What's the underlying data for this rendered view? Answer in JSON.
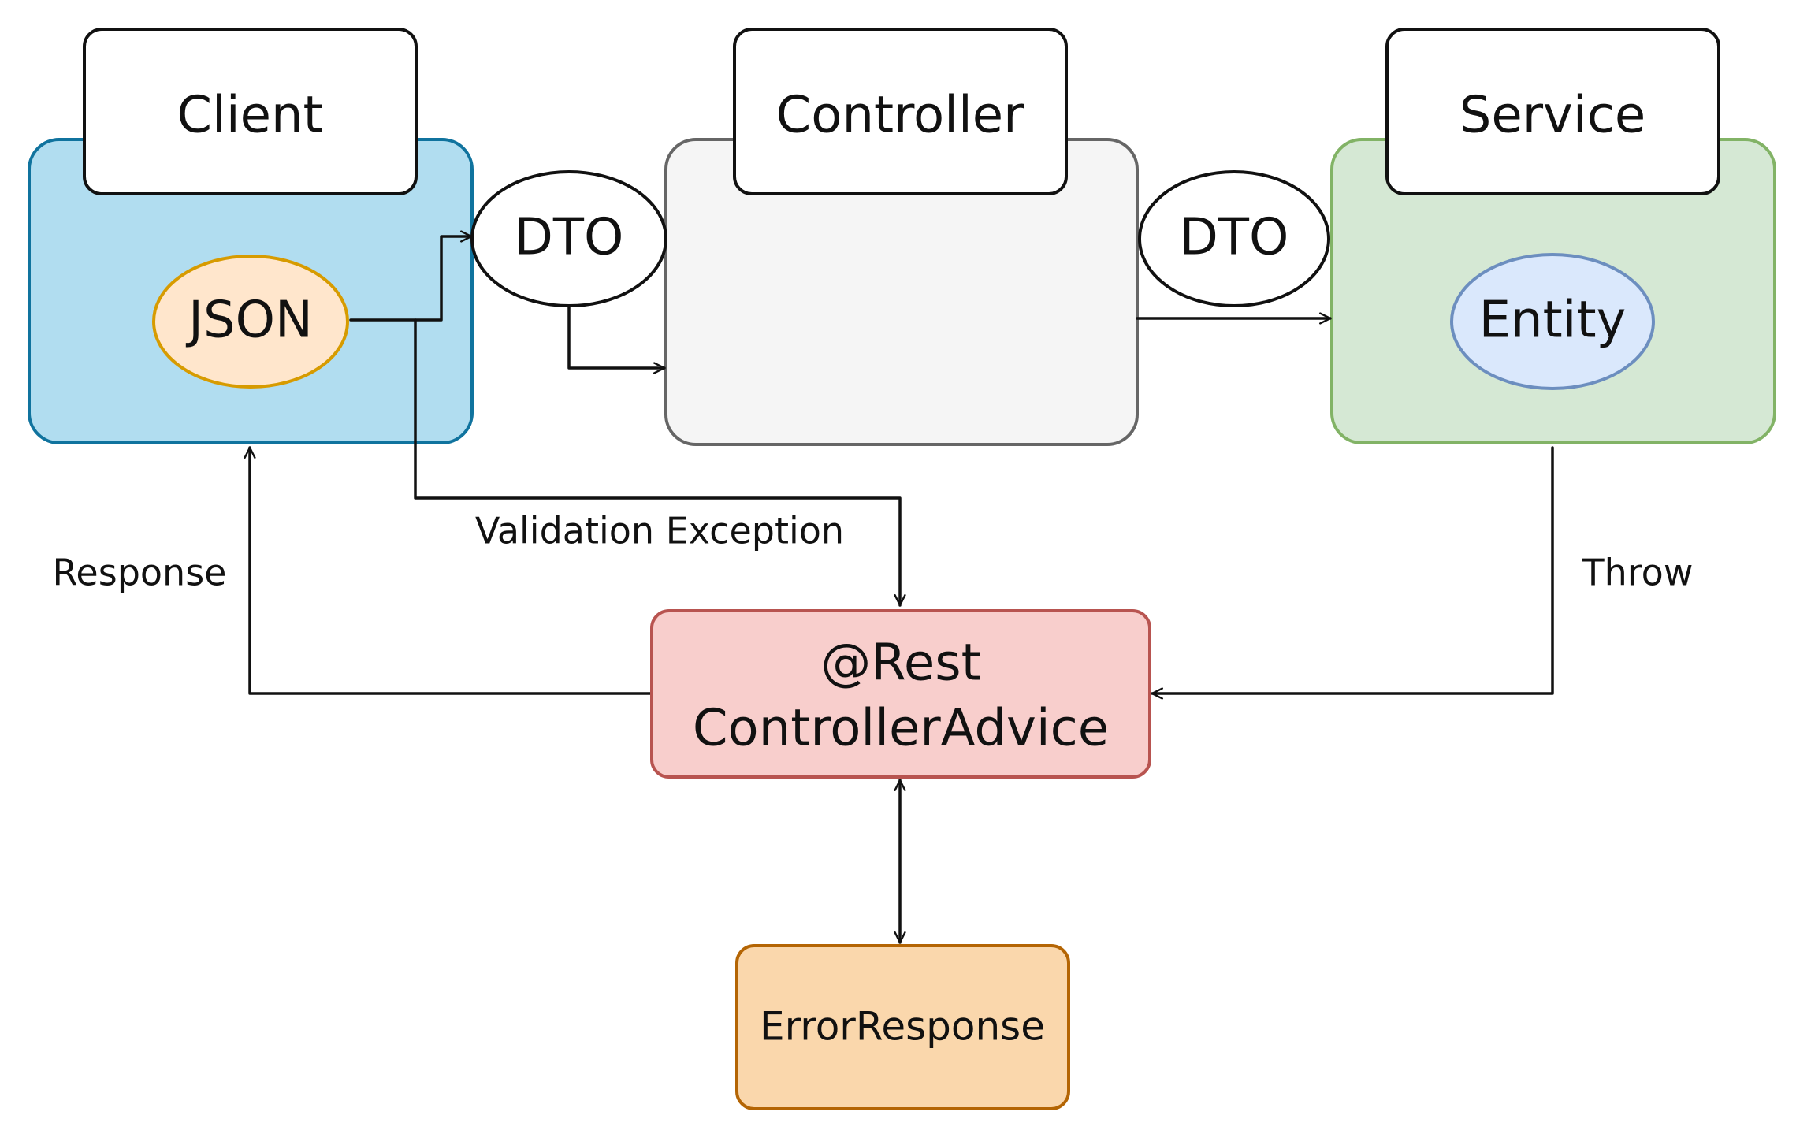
{
  "containers": {
    "client": {
      "title": "Client",
      "fill": "#b1ddf0",
      "stroke": "#10739e"
    },
    "controller": {
      "title": "Controller",
      "fill": "#f5f5f5",
      "stroke": "#666666"
    },
    "service": {
      "title": "Service",
      "fill": "#d5e8d4",
      "stroke": "#82b366"
    }
  },
  "nodes": {
    "json": {
      "label": "JSON",
      "fill": "#ffe6cc",
      "stroke": "#d79b00"
    },
    "dto_left": {
      "label": "DTO"
    },
    "dto_right": {
      "label": "DTO"
    },
    "entity": {
      "label": "Entity",
      "fill": "#dae8fc",
      "stroke": "#6c8ebf"
    },
    "advice": {
      "line1": "@Rest",
      "line2": "ControllerAdvice",
      "fill": "#f8cecc",
      "stroke": "#b85450"
    },
    "error_response": {
      "label": "ErrorResponse",
      "fill": "#fad7ac",
      "stroke": "#b46504"
    }
  },
  "edge_labels": {
    "validation_exception": "Validation Exception",
    "response": "Response",
    "throw": "Throw"
  }
}
